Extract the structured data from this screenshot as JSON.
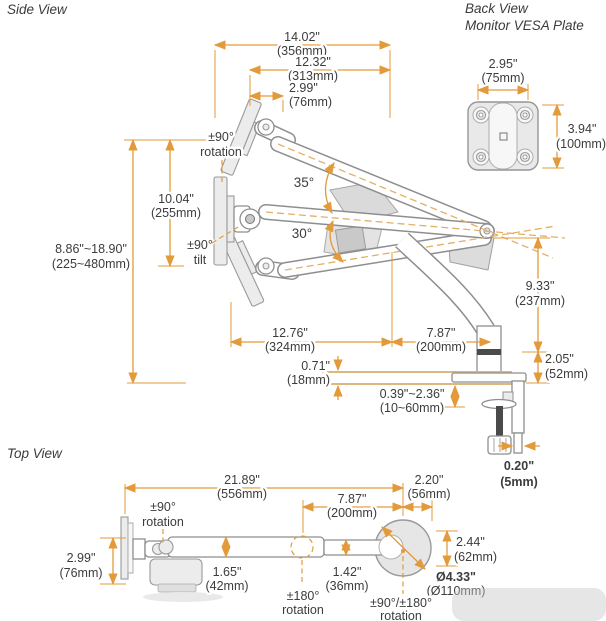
{
  "colors": {
    "dimension": "#E39A3B",
    "centerline": "#E2B067",
    "desk": "#DCB77E",
    "text": "#3C3C3C",
    "part_outline": "#8E8E8E"
  },
  "titles": {
    "side_view": "Side View",
    "back_view_1": "Back View",
    "back_view_2": "Monitor VESA Plate",
    "top_view": "Top View"
  },
  "side": {
    "reach_total": {
      "in": "14.02\"",
      "mm": "(356mm)"
    },
    "reach_arm": {
      "in": "12.32\"",
      "mm": "(313mm)"
    },
    "plate_offset": {
      "in": "2.99\"",
      "mm": "(76mm)"
    },
    "lift": {
      "in": "10.04\"",
      "mm": "(255mm)"
    },
    "height_range": {
      "in": "8.86\"~18.90\"",
      "mm": "(225~480mm)"
    },
    "rotation": {
      "l1": "±90°",
      "l2": "rotation"
    },
    "tilt": {
      "l1": "±90°",
      "l2": "tilt"
    },
    "angle_up": "35°",
    "angle_down": "30°",
    "arm_front": {
      "in": "12.76\"",
      "mm": "(324mm)"
    },
    "arm_rear": {
      "in": "7.87\"",
      "mm": "(200mm)"
    },
    "desk_thickness": {
      "in": "0.71\"",
      "mm": "(18mm)"
    },
    "clamp_range": {
      "in": "0.39\"~2.36\"",
      "mm": "(10~60mm)"
    },
    "pole_height": {
      "in": "9.33\"",
      "mm": "(237mm)"
    },
    "clamp_height": {
      "in": "2.05\"",
      "mm": "(52mm)"
    },
    "plate_thickness": {
      "in": "0.20\"",
      "mm": "(5mm)"
    }
  },
  "back": {
    "vesa_width": {
      "in": "2.95\"",
      "mm": "(75mm)"
    },
    "vesa_height": {
      "in": "3.94\"",
      "mm": "(100mm)"
    }
  },
  "top": {
    "total_length": {
      "in": "21.89\"",
      "mm": "(556mm)"
    },
    "rear_arm": {
      "in": "7.87\"",
      "mm": "(200mm)"
    },
    "base_offset": {
      "in": "2.20\"",
      "mm": "(56mm)"
    },
    "plate_width": {
      "in": "2.99\"",
      "mm": "(76mm)"
    },
    "arm_width": {
      "in": "1.65\"",
      "mm": "(42mm)"
    },
    "tube_width": {
      "in": "1.42\"",
      "mm": "(36mm)"
    },
    "base_height": {
      "in": "2.44\"",
      "mm": "(62mm)"
    },
    "base_diameter": {
      "in": "Ø4.33\"",
      "mm": "(Ø110mm)"
    },
    "rotation_vesa": {
      "l1": "±90°",
      "l2": "rotation"
    },
    "rotation_mid": {
      "l1": "±180°",
      "l2": "rotation"
    },
    "rotation_base": {
      "l1": "±90°/±180°",
      "l2": "rotation"
    }
  }
}
